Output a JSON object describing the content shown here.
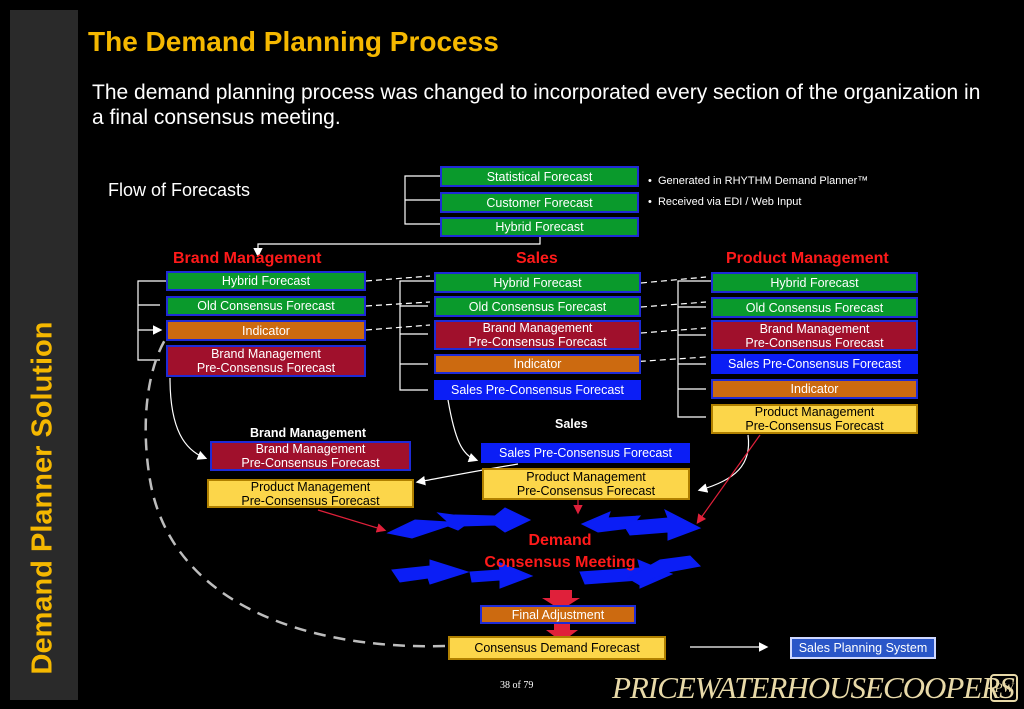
{
  "sidebar": {
    "label": "Demand Planner Solution"
  },
  "title": "The Demand Planning Process",
  "subtitle": "The demand planning process was changed to incorporated every section of the organization in a final consensus meeting.",
  "flow_label": "Flow of Forecasts",
  "sources": {
    "statistical": "Statistical Forecast",
    "customer": "Customer Forecast",
    "hybrid": "Hybrid Forecast",
    "notes": [
      "Generated in RHYTHM Demand Planner™",
      "Received via EDI / Web Input"
    ]
  },
  "brand": {
    "heading": "Brand Management",
    "items": [
      "Hybrid Forecast",
      "Old Consensus Forecast",
      "Indicator",
      "Brand Management\nPre-Consensus Forecast"
    ]
  },
  "sales": {
    "heading": "Sales",
    "items": [
      "Hybrid Forecast",
      "Old Consensus Forecast",
      "Brand Management\nPre-Consensus Forecast",
      "Indicator",
      "Sales Pre-Consensus Forecast"
    ]
  },
  "product": {
    "heading": "Product Management",
    "items": [
      "Hybrid Forecast",
      "Old Consensus Forecast",
      "Brand Management\nPre-Consensus Forecast",
      "Sales Pre-Consensus Forecast",
      "Indicator",
      "Product Management\nPre-Consensus Forecast"
    ]
  },
  "lower": {
    "brand_label": "Brand Management",
    "brand_box1": "Brand Management\nPre-Consensus Forecast",
    "brand_box2": "Product Management\nPre-Consensus Forecast",
    "sales_label": "Sales",
    "sales_box1": "Sales Pre-Consensus Forecast",
    "sales_box2": "Product Management\nPre-Consensus Forecast"
  },
  "meeting": "Demand\nConsensus Meeting",
  "final_adjustment": "Final Adjustment",
  "consensus": "Consensus Demand Forecast",
  "sales_planning": "Sales Planning System",
  "page": "38 of 79",
  "logo": "PRICEWATERHOUSECOOPERS",
  "logo_mark": "PW",
  "colors": {
    "accent": "#f5b800",
    "heading_red": "#ff1a1a",
    "green": "#0a9a2c",
    "orange": "#cc6a10",
    "maroon": "#a0102c",
    "blue": "#0b1ef5",
    "yellow": "#fcd64a"
  }
}
